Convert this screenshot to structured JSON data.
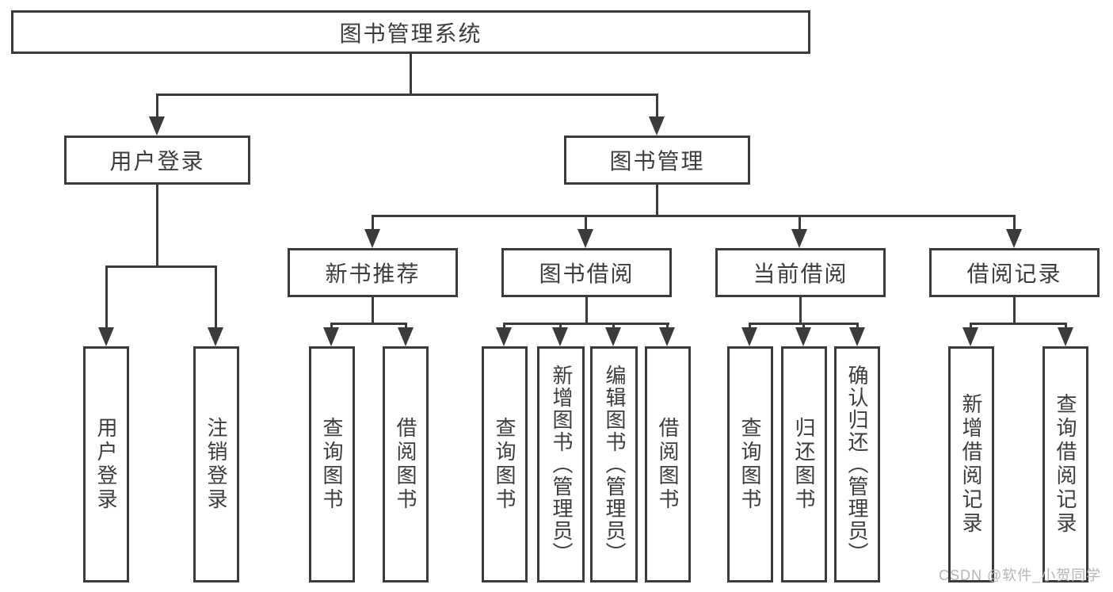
{
  "diagram": {
    "title_node": {
      "label": "图书管理系统"
    },
    "level2": [
      {
        "id": "user-login",
        "label": "用户登录"
      },
      {
        "id": "book-management",
        "label": "图书管理"
      }
    ],
    "level3": [
      {
        "id": "new-book-recommend",
        "parent": "图书管理",
        "label": "新书推荐"
      },
      {
        "id": "book-borrow",
        "parent": "图书管理",
        "label": "图书借阅"
      },
      {
        "id": "current-borrow",
        "parent": "图书管理",
        "label": "当前借阅"
      },
      {
        "id": "borrow-records",
        "parent": "图书管理",
        "label": "借阅记录"
      }
    ],
    "leaves": [
      {
        "parent": "用户登录",
        "label": "用户登录"
      },
      {
        "parent": "用户登录",
        "label": "注销登录"
      },
      {
        "parent": "新书推荐",
        "label": "查询图书"
      },
      {
        "parent": "新书推荐",
        "label": "借阅图书"
      },
      {
        "parent": "图书借阅",
        "label": "查询图书"
      },
      {
        "parent": "图书借阅",
        "label": "新增图书（管理员）"
      },
      {
        "parent": "图书借阅",
        "label": "编辑图书（管理员）"
      },
      {
        "parent": "图书借阅",
        "label": "借阅图书"
      },
      {
        "parent": "当前借阅",
        "label": "查询图书"
      },
      {
        "parent": "当前借阅",
        "label": "归还图书"
      },
      {
        "parent": "当前借阅",
        "label": "确认归还（管理员）"
      },
      {
        "parent": "借阅记录",
        "label": "新增借阅记录"
      },
      {
        "parent": "借阅记录",
        "label": "查询借阅记录"
      }
    ]
  },
  "watermark": {
    "text": "CSDN @软件_小贺同学"
  },
  "colors": {
    "line": "#3b3b3b",
    "box_text": "#3d3d3d",
    "watermark": "#b5b5b5",
    "background": "#ffffff"
  }
}
